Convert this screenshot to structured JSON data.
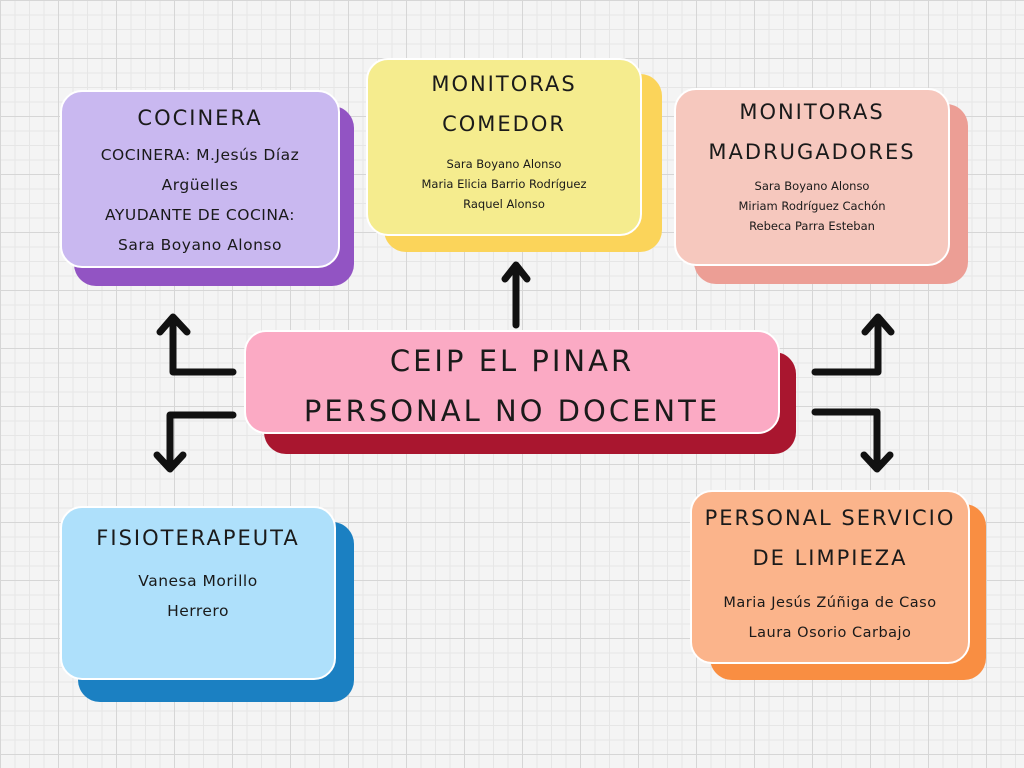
{
  "center": {
    "line1": "CEIP EL PINAR",
    "line2": "PERSONAL NO DOCENTE"
  },
  "cocinera": {
    "title": "COCINERA",
    "lines": [
      "COCINERA: M.Jesús Díaz",
      "Argüelles",
      "AYUDANTE DE COCINA:",
      "Sara Boyano Alonso"
    ]
  },
  "comedor": {
    "title1": "MONITORAS",
    "title2": "COMEDOR",
    "lines": [
      "Sara Boyano Alonso",
      "Maria Elicia Barrio Rodríguez",
      "Raquel Alonso"
    ]
  },
  "madrugadores": {
    "title1": "MONITORAS",
    "title2": "MADRUGADORES",
    "lines": [
      "Sara Boyano Alonso",
      "Miriam Rodríguez Cachón",
      "Rebeca Parra Esteban"
    ]
  },
  "fisio": {
    "title": "FISIOTERAPEUTA",
    "lines": [
      "Vanesa Morillo",
      "Herrero"
    ]
  },
  "limpieza": {
    "title1": "PERSONAL SERVICIO",
    "title2": "DE LIMPIEZA",
    "lines": [
      "Maria Jesús Zúñiga de Caso",
      "Laura Osorio Carbajo"
    ]
  },
  "colors": {
    "cocinera_face": "#c9b8f0",
    "cocinera_shadow": "#9254c3",
    "comedor_face": "#f5ec8e",
    "comedor_shadow": "#fbd45a",
    "madrugadores_face": "#f6c8be",
    "madrugadores_shadow": "#ec9e95",
    "fisio_face": "#aee0fb",
    "fisio_shadow": "#1b80c2",
    "limpieza_face": "#fbb48b",
    "limpieza_shadow": "#f98e42",
    "center_face": "#fbaac4",
    "center_shadow": "#a9162f"
  }
}
